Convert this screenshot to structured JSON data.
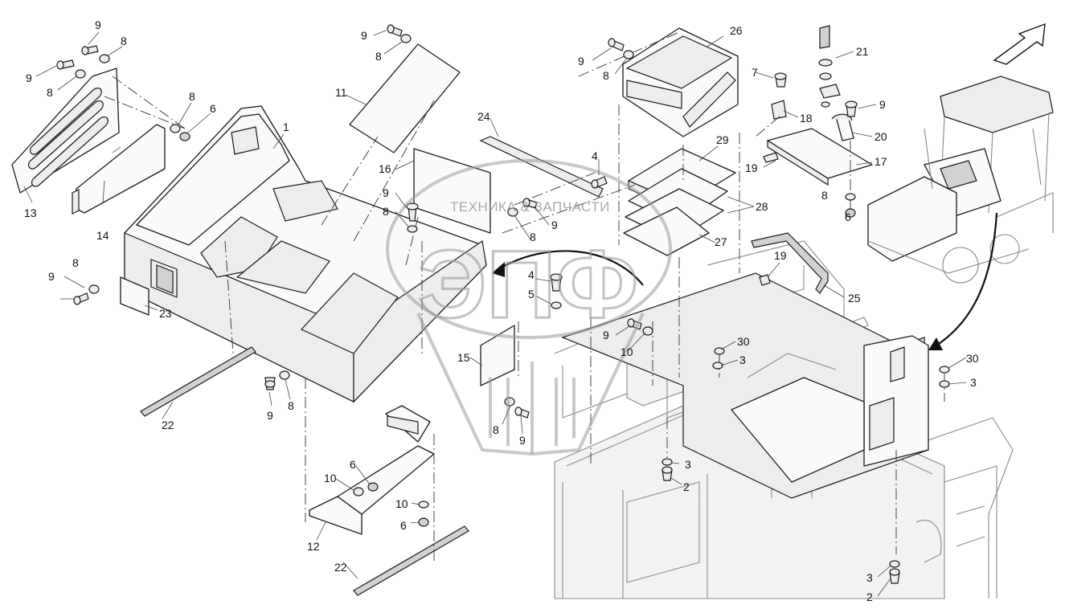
{
  "watermark": {
    "text": "ТЕХНИКА & ЗАПЧАСТИ",
    "logo": "ЭПФ"
  },
  "callouts": [
    "1",
    "2",
    "2",
    "3",
    "3",
    "3",
    "3",
    "4",
    "4",
    "5",
    "6",
    "6",
    "6",
    "6",
    "7",
    "8",
    "8",
    "8",
    "8",
    "8",
    "8",
    "8",
    "8",
    "8",
    "8",
    "8",
    "9",
    "9",
    "9",
    "9",
    "9",
    "9",
    "9",
    "9",
    "9",
    "9",
    "9",
    "10",
    "10",
    "10",
    "11",
    "12",
    "13",
    "14",
    "15",
    "16",
    "17",
    "18",
    "19",
    "19",
    "20",
    "21",
    "22",
    "22",
    "23",
    "24",
    "25",
    "26",
    "27",
    "28",
    "29",
    "30",
    "30"
  ]
}
